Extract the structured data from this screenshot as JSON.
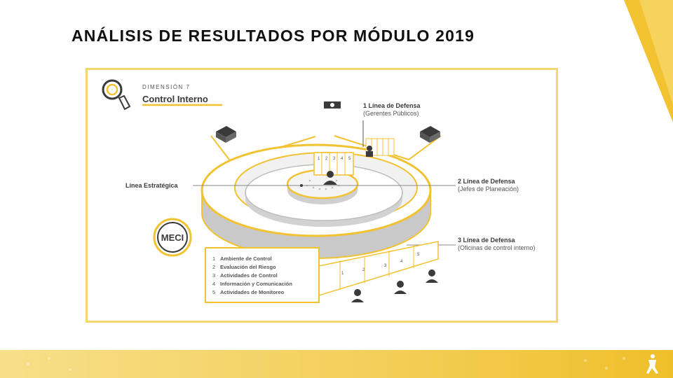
{
  "page": {
    "title": "ANÁLISIS DE RESULTADOS POR MÓDULO 2019"
  },
  "colors": {
    "accent": "#f2c230",
    "frame": "#f3d670",
    "dark": "#3a3a3a",
    "grey": "#b9b9b9"
  },
  "diagram": {
    "dimension_label": "DIMENSIÓN 7",
    "dimension_name": "Control Interno",
    "meci": "MECI",
    "linea_estrategica": "Línea Estratégica",
    "first_line": {
      "name": "1 Línea de Defensa",
      "detail": "(Gerentes Públicos)"
    },
    "second_line": {
      "name": "2 Línea de Defensa",
      "detail": "(Jefes de Planeación)"
    },
    "third_line": {
      "name": "3 Línea de Defensa",
      "detail": "(Oficinas de control interno)"
    },
    "components": [
      {
        "num": "1",
        "label": "Ambiente de Control"
      },
      {
        "num": "2",
        "label": "Evaluación del Riesgo"
      },
      {
        "num": "3",
        "label": "Actividades de Control"
      },
      {
        "num": "4",
        "label": "Información y Comunicación"
      },
      {
        "num": "5",
        "label": "Actividades de Monitoreo"
      }
    ],
    "tower_numbers": [
      "1",
      "2",
      "3",
      "4",
      "5"
    ],
    "rim_numbers": [
      "1",
      "2",
      "3",
      "4",
      "5"
    ]
  }
}
